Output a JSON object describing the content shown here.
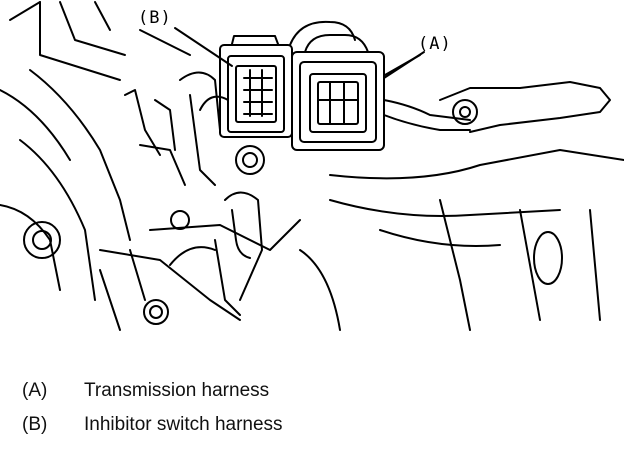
{
  "callouts": {
    "a": "(A)",
    "b": "(B)"
  },
  "legend": [
    {
      "key": "(A)",
      "text": "Transmission harness"
    },
    {
      "key": "(B)",
      "text": "Inhibitor switch harness"
    }
  ]
}
